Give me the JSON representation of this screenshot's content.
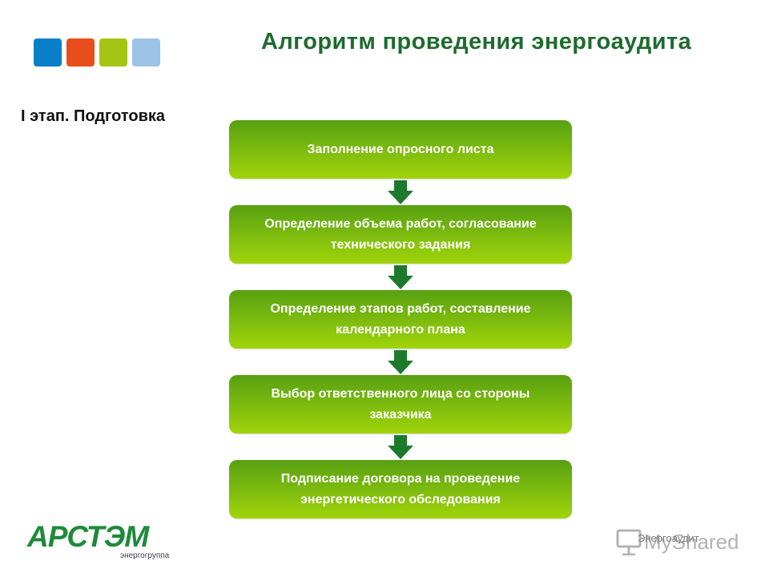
{
  "header": {
    "title": "Алгоритм проведения энергоаудита",
    "logo_squares": [
      "#0a7fc9",
      "#e84e1b",
      "#a5c515",
      "#9cc3e6"
    ]
  },
  "stage": {
    "title": "I этап. Подготовка"
  },
  "steps": [
    {
      "label": "Заполнение опросного листа"
    },
    {
      "label": "Определение объема работ, согласование технического задания"
    },
    {
      "label": "Определение этапов работ, составление календарного плана"
    },
    {
      "label": "Выбор ответственного лица со стороны заказчика"
    },
    {
      "label": "Подписание договора на проведение энергетического обследования"
    }
  ],
  "footer": {
    "brand": "АРСТЭМ",
    "brand_sub": "энергогруппа",
    "footer_text": "Энергоаудит",
    "watermark": "MyShared"
  },
  "colors": {
    "title": "#1e6b2e",
    "box_top": "#57a012",
    "box_bottom": "#a0d40a",
    "arrow": "#1d7a2c",
    "brand": "#1f8a3a"
  },
  "icons": {
    "arrow": "down-arrow-icon",
    "watermark": "presentation-icon"
  }
}
